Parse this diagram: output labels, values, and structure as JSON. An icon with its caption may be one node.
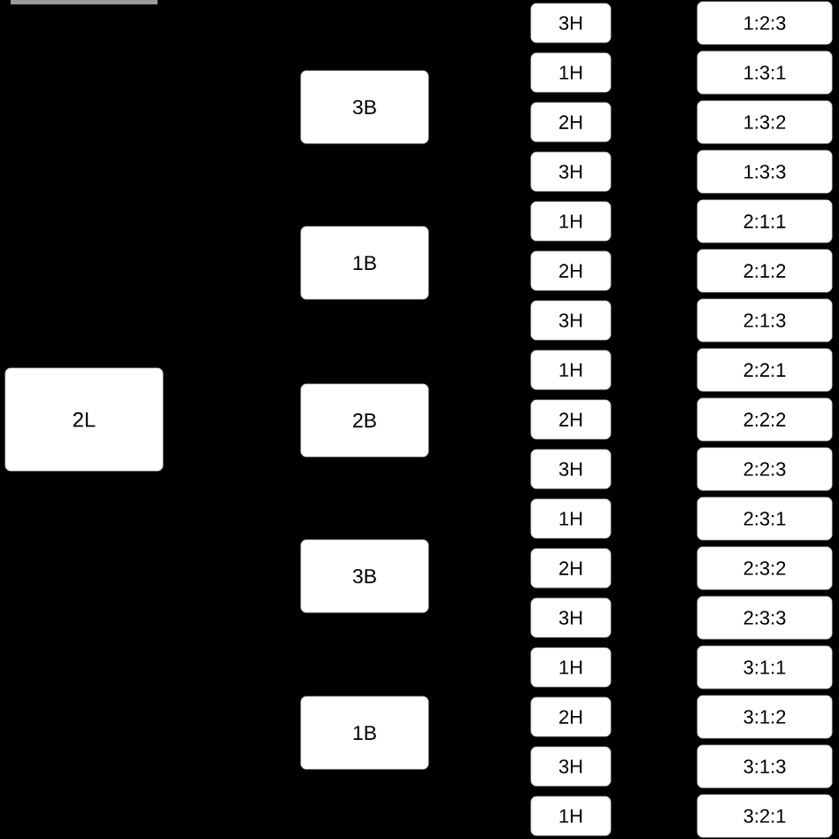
{
  "diagram": {
    "nodes": [
      {
        "text": [
          "2L"
        ]
      },
      {
        "text": [
          "3B"
        ]
      },
      {
        "text": [
          "1B"
        ]
      },
      {
        "text": [
          "2B"
        ]
      },
      {
        "text": [
          "3B"
        ]
      },
      {
        "text": [
          "1B"
        ]
      },
      {
        "text": [
          "3H"
        ]
      },
      {
        "text": [
          "1:2:3"
        ]
      },
      {
        "text": [
          "1H"
        ]
      },
      {
        "text": [
          "1:3:1"
        ]
      },
      {
        "text": [
          "2H"
        ]
      },
      {
        "text": [
          "1:3:2"
        ]
      },
      {
        "text": [
          "3H"
        ]
      },
      {
        "text": [
          "1:3:3"
        ]
      },
      {
        "text": [
          "1H"
        ]
      },
      {
        "text": [
          "2:1:1"
        ]
      },
      {
        "text": [
          "2H"
        ]
      },
      {
        "text": [
          "2:1:2"
        ]
      },
      {
        "text": [
          "3H"
        ]
      },
      {
        "text": [
          "2:1:3"
        ]
      },
      {
        "text": [
          "1H"
        ]
      },
      {
        "text": [
          "2:2:1"
        ]
      },
      {
        "text": [
          "2H"
        ]
      },
      {
        "text": [
          "2:2:2"
        ]
      },
      {
        "text": [
          "3H"
        ]
      },
      {
        "text": [
          "2:2:3"
        ]
      },
      {
        "text": [
          "1H"
        ]
      },
      {
        "text": [
          "2:3:1"
        ]
      },
      {
        "text": [
          "2H"
        ]
      },
      {
        "text": [
          "2:3:2"
        ]
      },
      {
        "text": [
          "3H"
        ]
      },
      {
        "text": [
          "2:3:3"
        ]
      },
      {
        "text": [
          "1H"
        ]
      },
      {
        "text": [
          "3:1:1"
        ]
      },
      {
        "text": [
          "2H"
        ]
      },
      {
        "text": [
          "3:1:2"
        ]
      },
      {
        "text": [
          "3H"
        ]
      },
      {
        "text": [
          "3:1:3"
        ]
      },
      {
        "text": [
          "1H"
        ]
      },
      {
        "text": [
          "3:2:1"
        ]
      }
    ]
  }
}
